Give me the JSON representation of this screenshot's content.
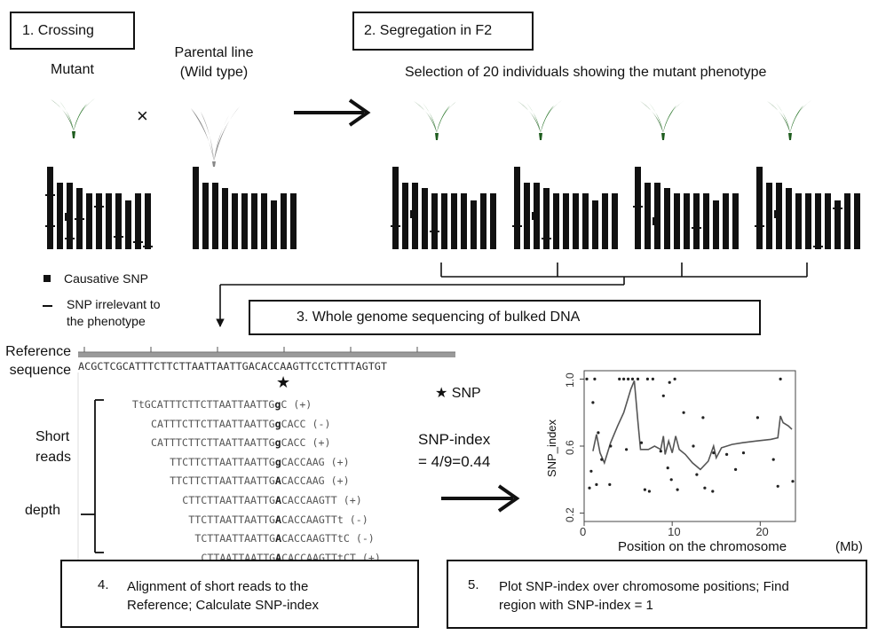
{
  "steps": {
    "s1": "1. Crossing",
    "s2": "2. Segregation in F2",
    "s3": "3. Whole genome sequencing of bulked DNA",
    "s4_num": "4.",
    "s4_line1": "Alignment of short reads to the",
    "s4_line2": "Reference; Calculate SNP-index",
    "s5_num": "5.",
    "s5_line1": "Plot SNP-index over chromosome positions; Find",
    "s5_line2": "region with SNP-index = 1"
  },
  "crossing": {
    "mutant": "Mutant",
    "cross": "×",
    "parental_line1": "Parental line",
    "parental_line2": "(Wild type)"
  },
  "segregation": {
    "selection": "Selection of 20 individuals showing the mutant phenotype"
  },
  "legend": {
    "causative": "Causative SNP",
    "irrelevant1": "SNP irrelevant to",
    "irrelevant2": "the phenotype"
  },
  "alignment": {
    "reference_label1": "Reference",
    "reference_label2": "sequence",
    "reference_seq": "ACGCTCGCATTTCTTCTTAATTAATTGACACCAAGTTCCTCTTTAGTGT",
    "snp_star": "★",
    "snp_legend": "★ SNP",
    "short_reads1": "Short",
    "short_reads2": "reads",
    "depth": "depth",
    "reads": [
      {
        "pre": "TtGCATTTCTTCTTAATTAATTG",
        "snp": "g",
        "post": "C (+)"
      },
      {
        "pre": "CATTTCTTCTTAATTAATTG",
        "snp": "g",
        "post": "CACC (-)"
      },
      {
        "pre": "CATTTCTTCTTAATTAATTG",
        "snp": "g",
        "post": "CACC (+)"
      },
      {
        "pre": "TTCTTCTTAATTAATTG",
        "snp": "g",
        "post": "CACCAAG (+)"
      },
      {
        "pre": "TTCTTCTTAATTAATTG",
        "snp": "A",
        "post": "CACCAAG (+)"
      },
      {
        "pre": "CTTCTTAATTAATTG",
        "snp": "A",
        "post": "CACCAAGTT (+)"
      },
      {
        "pre": "TTCTTAATTAATTG",
        "snp": "A",
        "post": "CACCAAGTTt (-)"
      },
      {
        "pre": "TCTTAATTAATTG",
        "snp": "A",
        "post": "CACCAAGTTtC (-)"
      },
      {
        "pre": "CTTAATTAATTG",
        "snp": "A",
        "post": "CACCAAGTTtCT (+)"
      }
    ],
    "snp_index_label": "SNP-index",
    "snp_index_value": "= 4/9=0.44"
  },
  "chart_data": {
    "type": "scatter",
    "title": "",
    "xlabel": "Position on the chromosome",
    "xunit": "(Mb)",
    "ylabel": "SNP_index",
    "xlim": [
      0,
      24
    ],
    "ylim": [
      0.15,
      1.05
    ],
    "xticks": [
      0,
      10,
      20
    ],
    "yticks": [
      0.2,
      0.6,
      1.0
    ],
    "ytick_labels": [
      "0.2",
      "0.6",
      "1.0"
    ],
    "grid": false,
    "points": [
      [
        0.3,
        1.0
      ],
      [
        1.2,
        1.0
      ],
      [
        4.0,
        1.0
      ],
      [
        4.5,
        1.0
      ],
      [
        5.0,
        1.0
      ],
      [
        5.5,
        1.0
      ],
      [
        6.1,
        1.0
      ],
      [
        7.2,
        1.0
      ],
      [
        7.8,
        1.0
      ],
      [
        9.7,
        0.98
      ],
      [
        10.3,
        1.0
      ],
      [
        22.3,
        1.0
      ],
      [
        1.0,
        0.86
      ],
      [
        9.0,
        0.9
      ],
      [
        11.3,
        0.8
      ],
      [
        13.5,
        0.77
      ],
      [
        19.7,
        0.77
      ],
      [
        1.6,
        0.68
      ],
      [
        3.0,
        0.6
      ],
      [
        4.8,
        0.58
      ],
      [
        6.5,
        0.62
      ],
      [
        8.7,
        0.57
      ],
      [
        12.4,
        0.6
      ],
      [
        14.7,
        0.56
      ],
      [
        16.2,
        0.55
      ],
      [
        18.1,
        0.56
      ],
      [
        0.8,
        0.45
      ],
      [
        2.0,
        0.52
      ],
      [
        9.5,
        0.47
      ],
      [
        12.8,
        0.43
      ],
      [
        17.2,
        0.46
      ],
      [
        21.5,
        0.52
      ],
      [
        0.6,
        0.35
      ],
      [
        1.4,
        0.37
      ],
      [
        2.9,
        0.37
      ],
      [
        6.9,
        0.34
      ],
      [
        7.4,
        0.33
      ],
      [
        9.9,
        0.4
      ],
      [
        10.6,
        0.34
      ],
      [
        13.7,
        0.35
      ],
      [
        14.6,
        0.33
      ],
      [
        22.0,
        0.36
      ],
      [
        23.7,
        0.39
      ]
    ],
    "line": [
      [
        1.0,
        0.57
      ],
      [
        1.4,
        0.67
      ],
      [
        1.8,
        0.56
      ],
      [
        2.3,
        0.5
      ],
      [
        3.0,
        0.62
      ],
      [
        3.8,
        0.72
      ],
      [
        4.5,
        0.8
      ],
      [
        5.3,
        0.94
      ],
      [
        5.7,
        0.99
      ],
      [
        6.1,
        0.75
      ],
      [
        6.4,
        0.58
      ],
      [
        7.3,
        0.58
      ],
      [
        8.0,
        0.6
      ],
      [
        8.7,
        0.58
      ],
      [
        9.0,
        0.66
      ],
      [
        9.2,
        0.55
      ],
      [
        9.6,
        0.63
      ],
      [
        10.0,
        0.56
      ],
      [
        10.4,
        0.66
      ],
      [
        10.8,
        0.58
      ],
      [
        11.5,
        0.55
      ],
      [
        12.3,
        0.5
      ],
      [
        13.2,
        0.46
      ],
      [
        14.1,
        0.51
      ],
      [
        14.7,
        0.6
      ],
      [
        15.0,
        0.53
      ],
      [
        15.6,
        0.59
      ],
      [
        16.8,
        0.61
      ],
      [
        18.0,
        0.62
      ],
      [
        19.5,
        0.63
      ],
      [
        21.2,
        0.64
      ],
      [
        22.0,
        0.65
      ],
      [
        22.3,
        0.78
      ],
      [
        22.6,
        0.74
      ],
      [
        23.2,
        0.72
      ],
      [
        23.6,
        0.7
      ]
    ]
  }
}
